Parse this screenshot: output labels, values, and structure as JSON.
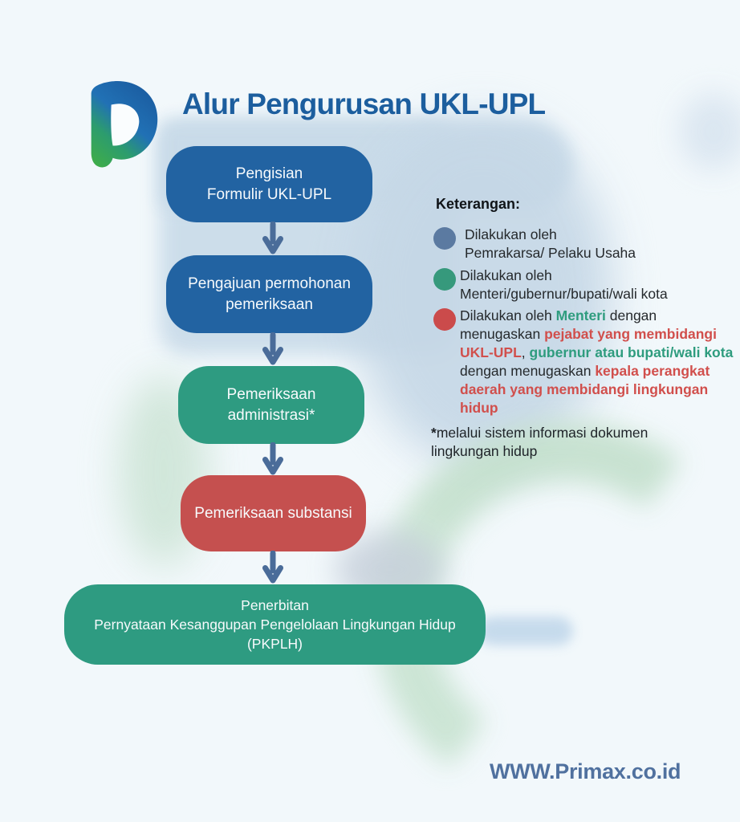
{
  "header": {
    "title": "Alur Pengurusan UKL-UPL"
  },
  "flow": {
    "steps": [
      {
        "name": "pengisian-formulir",
        "color": "#2263A2",
        "lines": [
          "Pengisian",
          "Formulir UKL-UPL"
        ]
      },
      {
        "name": "pengajuan-permohonan",
        "color": "#2263A2",
        "lines": [
          "Pengajuan permohonan",
          "pemeriksaan"
        ]
      },
      {
        "name": "pemeriksaan-administrasi",
        "color": "#2E9B81",
        "lines": [
          "Pemeriksaan administrasi*"
        ]
      },
      {
        "name": "pemeriksaan-substansi",
        "color": "#C5504F",
        "lines": [
          "Pemeriksaan substansi"
        ]
      },
      {
        "name": "penerbitan-pkplh",
        "color": "#2E9B81",
        "lines": [
          "Penerbitan",
          "Pernyataan Kesanggupan Pengelolaan Lingkungan Hidup",
          "(PKPLH)"
        ]
      }
    ]
  },
  "legend": {
    "heading": "Keterangan:",
    "items": [
      {
        "dot_color": "#5B7AA1",
        "lines": [
          "Dilakukan oleh",
          "Pemrakarsa/ Pelaku Usaha"
        ]
      },
      {
        "dot_color": "#36997C",
        "lines": [
          "Dilakukan oleh",
          "Menteri/gubernur/bupati/wali kota"
        ]
      },
      {
        "dot_color": "#CB4B4B",
        "segments": [
          {
            "t": "Dilakukan oleh "
          },
          {
            "t": "Menteri",
            "c": "green",
            "b": true
          },
          {
            "t": " dengan menugaskan "
          },
          {
            "t": "pejabat yang membidangi UKL-UPL",
            "c": "red",
            "b": true
          },
          {
            "t": ", "
          },
          {
            "t": "gubernur atau bupati/wali kota",
            "c": "green",
            "b": true
          },
          {
            "t": " dengan menugaskan "
          },
          {
            "t": "kepala perangkat daerah yang membidangi lingkungan hidup",
            "c": "red",
            "b": true
          }
        ]
      }
    ]
  },
  "footnote": {
    "segments": [
      {
        "t": "*",
        "b": true
      },
      {
        "t": "melalui sistem informasi dokumen lingkungan hidup"
      }
    ]
  },
  "footer": {
    "website": "WWW.Primax.co.id"
  },
  "colors": {
    "box_blue": "#2263A2",
    "box_green": "#2E9B81",
    "box_red": "#C5504F",
    "arrow_slate": "#4A6C99",
    "title_blue": "#1C5E9E",
    "footer_blue": "#50719F",
    "green": "#2E9C7E",
    "red": "#D14F4C",
    "text_dark": "#25292C"
  }
}
